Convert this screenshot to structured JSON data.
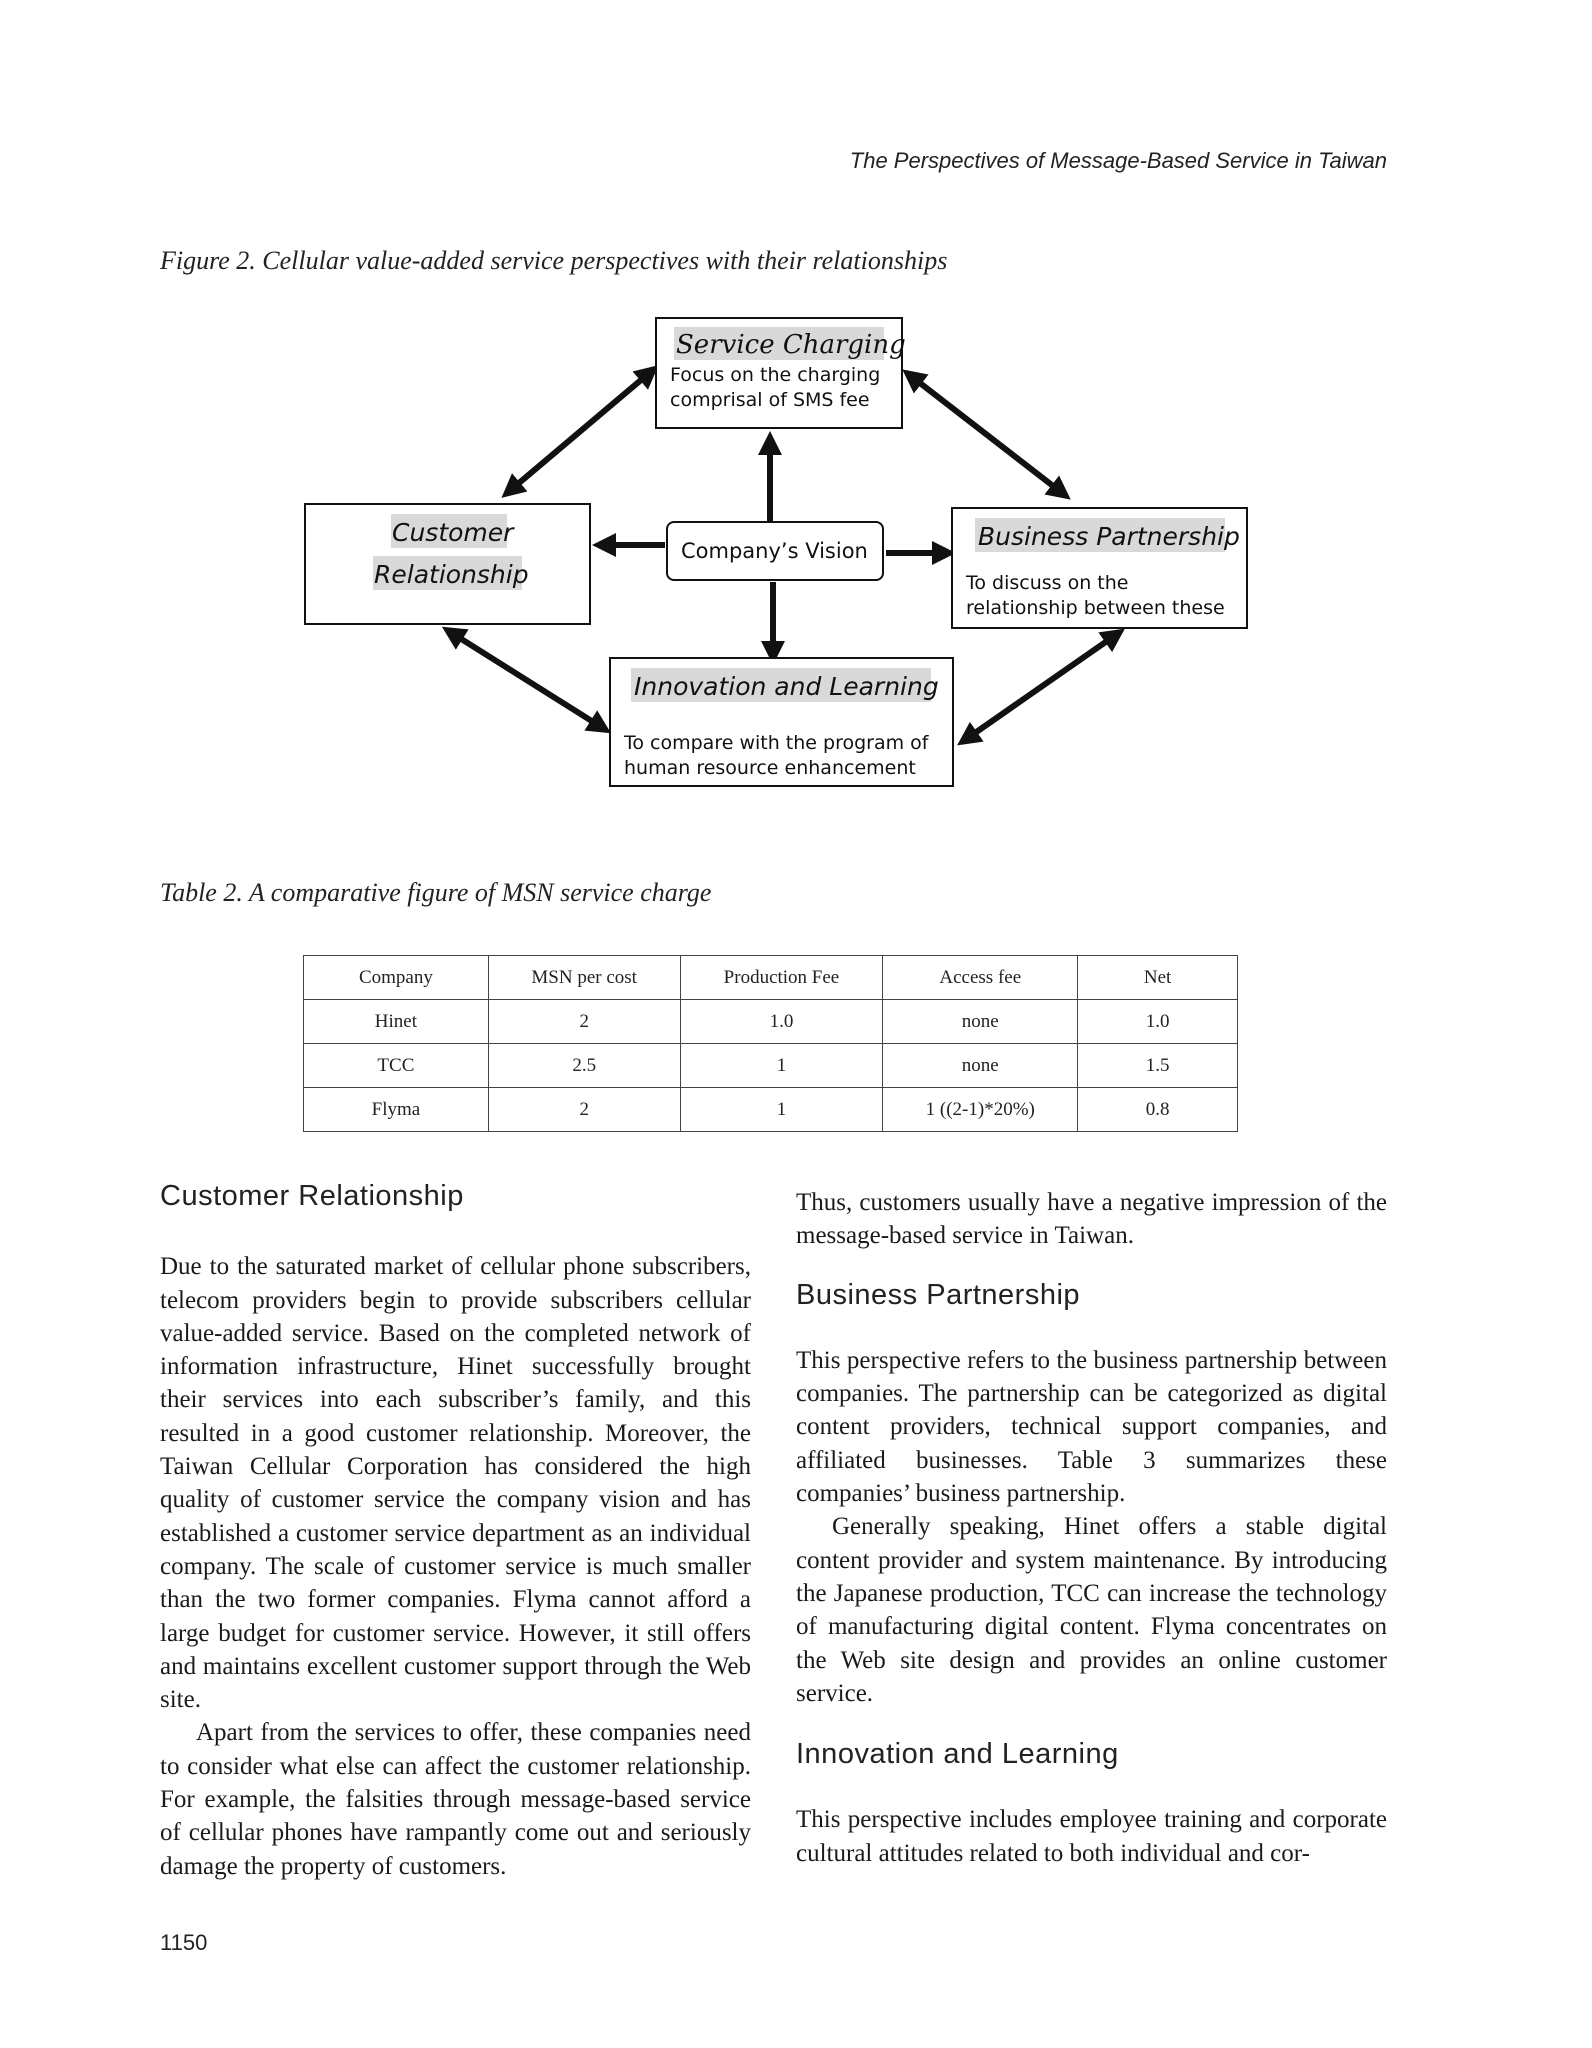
{
  "running_head": "The Perspectives of Message-Based Service in Taiwan",
  "figure": {
    "caption": "Figure 2. Cellular value-added service perspectives with their relationships",
    "center": "Company’s Vision",
    "service_charging": {
      "title": "Service Charging",
      "lines": [
        "Focus on the charging",
        "comprisal of SMS fee"
      ]
    },
    "customer_relationship": {
      "title_lines": [
        "Customer",
        "Relationship"
      ]
    },
    "business_partnership": {
      "title": "Business Partnership",
      "lines": [
        "To discuss on the",
        "relationship between these"
      ]
    },
    "innovation_learning": {
      "title": "Innovation and Learning",
      "lines": [
        "To compare with the program of",
        "human resource enhancement"
      ]
    }
  },
  "table": {
    "caption": "Table 2. A comparative figure of MSN service charge",
    "headers": [
      "Company",
      "MSN per cost",
      "Production Fee",
      "Access fee",
      "Net"
    ],
    "rows": [
      [
        "Hinet",
        "2",
        "1.0",
        "none",
        "1.0"
      ],
      [
        "TCC",
        "2.5",
        "1",
        "none",
        "1.5"
      ],
      [
        "Flyma",
        "2",
        "1",
        "1 ((2-1)*20%)",
        "0.8"
      ]
    ]
  },
  "left_column": {
    "heading": "Customer Relationship",
    "p1": "Due to the saturated market of cellular phone subscribers, telecom providers begin to provide subscribers cellular value-added service. Based on the completed network of information infrastructure, Hinet successfully brought their services into each subscriber’s family, and this resulted in a good customer relationship. Moreover, the Taiwan Cellular Corporation has considered the high quality of customer service the company vision and has established a customer service department as an individual company. The scale of customer service is much smaller than the two former companies. Flyma cannot afford a large budget for customer service. However, it still offers and maintains excellent customer support through the Web site.",
    "p2": "Apart from the services to offer, these companies need to consider what else can affect the customer relationship. For example, the falsities through message-based service of cellular phones have rampantly come out and seriously damage the property of customers."
  },
  "right_column": {
    "p0": "Thus, customers usually have a negative impression of the message-based service in Taiwan.",
    "heading1": "Business Partnership",
    "p1": "This perspective refers to the business partnership between companies. The partnership can be categorized as digital content providers, technical support companies, and affiliated businesses. Table 3 summarizes these companies’ business partnership.",
    "p2": "Generally speaking, Hinet offers a stable digital content provider and system maintenance. By introducing the Japanese production, TCC can increase the technology of manufacturing digital content. Flyma concentrates on the Web site design and provides an online customer service.",
    "heading2": "Innovation and Learning",
    "p3": "This perspective includes employee training and corporate cultural attitudes related to both individual and cor-"
  },
  "page_number": "1150"
}
